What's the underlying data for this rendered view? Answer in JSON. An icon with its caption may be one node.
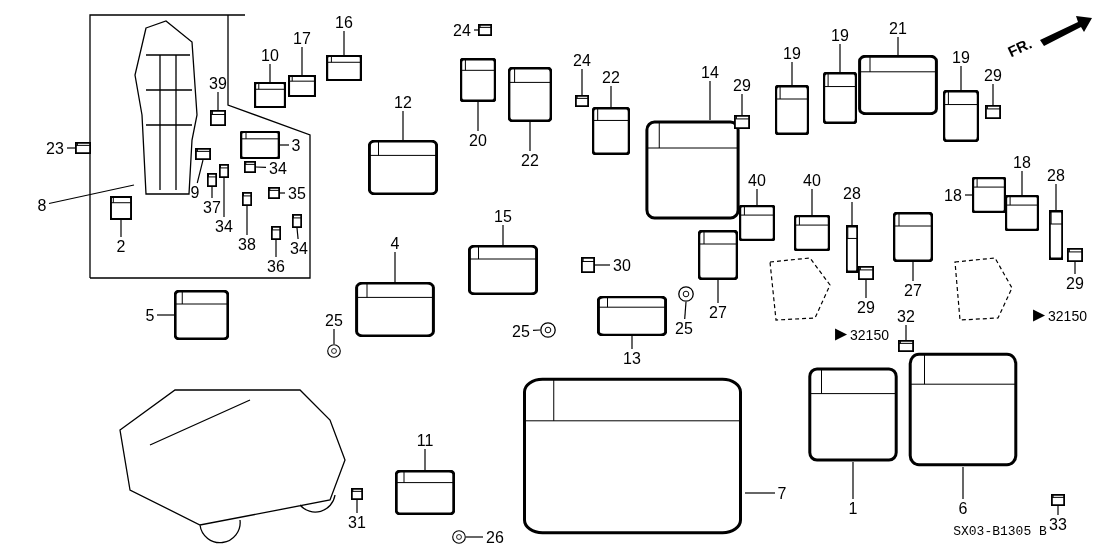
{
  "diagram": {
    "nodes": [
      {
        "text": [
          "23"
        ]
      },
      {
        "text": [
          "8"
        ]
      },
      {
        "text": [
          "2"
        ]
      },
      {
        "text": [
          "10"
        ]
      },
      {
        "text": [
          "17"
        ]
      },
      {
        "text": [
          "16"
        ]
      },
      {
        "text": [
          "39"
        ]
      },
      {
        "text": [
          "3"
        ]
      },
      {
        "text": [
          "9"
        ]
      },
      {
        "text": [
          "34"
        ]
      },
      {
        "text": [
          "37"
        ]
      },
      {
        "text": [
          "35"
        ]
      },
      {
        "text": [
          "34"
        ]
      },
      {
        "text": [
          "38"
        ]
      },
      {
        "text": [
          "34"
        ]
      },
      {
        "text": [
          "36"
        ]
      },
      {
        "text": [
          "12"
        ]
      },
      {
        "text": [
          "24"
        ]
      },
      {
        "text": [
          "20"
        ]
      },
      {
        "text": [
          "22"
        ]
      },
      {
        "text": [
          "24"
        ]
      },
      {
        "text": [
          "22"
        ]
      },
      {
        "text": [
          "14"
        ]
      },
      {
        "text": [
          "29"
        ]
      },
      {
        "text": [
          "19"
        ]
      },
      {
        "text": [
          "19"
        ]
      },
      {
        "text": [
          "21"
        ]
      },
      {
        "text": [
          "19"
        ]
      },
      {
        "text": [
          "29"
        ]
      },
      {
        "text": [
          "15"
        ]
      },
      {
        "text": [
          "4"
        ]
      },
      {
        "text": [
          "5"
        ]
      },
      {
        "text": [
          "25"
        ]
      },
      {
        "text": [
          "30"
        ]
      },
      {
        "text": [
          "25"
        ]
      },
      {
        "text": [
          "25"
        ]
      },
      {
        "text": [
          "13"
        ]
      },
      {
        "text": [
          "40"
        ]
      },
      {
        "text": [
          "40"
        ]
      },
      {
        "text": [
          "28"
        ]
      },
      {
        "text": [
          "18"
        ]
      },
      {
        "text": [
          "18"
        ]
      },
      {
        "text": [
          "28"
        ]
      },
      {
        "text": [
          "27"
        ]
      },
      {
        "text": [
          "29"
        ]
      },
      {
        "text": [
          "27"
        ]
      },
      {
        "text": [
          "29"
        ]
      },
      {
        "text": [
          "32"
        ]
      },
      {
        "text": [
          "1"
        ]
      },
      {
        "text": [
          "6"
        ]
      },
      {
        "text": [
          "7"
        ]
      },
      {
        "text": [
          "11"
        ]
      },
      {
        "text": [
          "31"
        ]
      },
      {
        "text": [
          "26"
        ]
      },
      {
        "text": [
          "33"
        ]
      },
      {
        "text": [],
        "shape": "picture"
      },
      {
        "text": [],
        "shape": "picture"
      },
      {
        "text": [],
        "shape": "picture"
      },
      {
        "text": [],
        "shape": "picture"
      },
      {
        "text": [],
        "shape": "picture"
      },
      {
        "text": [],
        "shape": "picture"
      },
      {
        "text": [],
        "shape": "picture"
      },
      {
        "text": [],
        "shape": "picture"
      },
      {
        "text": [],
        "shape": "picture"
      },
      {
        "text": [],
        "shape": "picture"
      },
      {
        "text": [],
        "shape": "picture"
      },
      {
        "text": [],
        "shape": "picture"
      },
      {
        "text": [],
        "shape": "picture"
      },
      {
        "text": [],
        "shape": "picture"
      },
      {
        "text": [],
        "shape": "picture"
      },
      {
        "text": [],
        "shape": "picture"
      },
      {
        "text": [],
        "shape": "picture"
      },
      {
        "text": [],
        "shape": "picture"
      },
      {
        "text": [],
        "shape": "picture"
      },
      {
        "text": [],
        "shape": "picture"
      },
      {
        "text": [],
        "shape": "picture"
      },
      {
        "text": [],
        "shape": "picture"
      },
      {
        "text": [],
        "shape": "picture"
      },
      {
        "text": [],
        "shape": "picture"
      },
      {
        "text": [],
        "shape": "picture"
      },
      {
        "text": [],
        "shape": "picture"
      },
      {
        "text": [],
        "shape": "picture"
      },
      {
        "text": [],
        "shape": "picture"
      },
      {
        "text": [],
        "shape": "picture"
      },
      {
        "text": [],
        "shape": "picture"
      },
      {
        "text": [],
        "shape": "picture"
      },
      {
        "text": [],
        "shape": "circle"
      },
      {
        "text": [],
        "shape": "picture"
      },
      {
        "text": [],
        "shape": "circle"
      },
      {
        "text": [],
        "shape": "circle"
      },
      {
        "text": [],
        "shape": "picture"
      },
      {
        "text": [],
        "shape": "picture"
      },
      {
        "text": [],
        "shape": "picture"
      },
      {
        "text": [],
        "shape": "picture"
      },
      {
        "text": [],
        "shape": "picture"
      },
      {
        "text": [],
        "shape": "picture"
      },
      {
        "text": [],
        "shape": "picture"
      },
      {
        "text": [],
        "shape": "picture"
      },
      {
        "text": [],
        "shape": "picture"
      },
      {
        "text": [],
        "shape": "picture"
      },
      {
        "text": [],
        "shape": "picture"
      },
      {
        "text": [],
        "shape": "picture"
      },
      {
        "text": [],
        "shape": "picture"
      },
      {
        "text": [],
        "shape": "picture"
      },
      {
        "text": [],
        "shape": "picture"
      },
      {
        "text": [],
        "shape": "picture"
      },
      {
        "text": [],
        "shape": "picture"
      },
      {
        "text": [],
        "shape": "circle"
      },
      {
        "text": [],
        "shape": "picture"
      },
      {
        "text": [],
        "shape": "picture"
      }
    ],
    "edges": [
      {
        "from": 0,
        "to": 55,
        "arrow": "none"
      },
      {
        "from": 1,
        "to": 109,
        "arrow": "none"
      },
      {
        "from": 2,
        "to": 56,
        "arrow": "none"
      },
      {
        "from": 3,
        "to": 57,
        "arrow": "none"
      },
      {
        "from": 4,
        "to": 58,
        "arrow": "none"
      },
      {
        "from": 5,
        "to": 59,
        "arrow": "none"
      },
      {
        "from": 6,
        "to": 60,
        "arrow": "none"
      },
      {
        "from": 7,
        "to": 61,
        "arrow": "none"
      },
      {
        "from": 8,
        "to": 62,
        "arrow": "none"
      },
      {
        "from": 9,
        "to": 63,
        "arrow": "none"
      },
      {
        "from": 10,
        "to": 64,
        "arrow": "none"
      },
      {
        "from": 11,
        "to": 65,
        "arrow": "none"
      },
      {
        "from": 12,
        "to": 66,
        "arrow": "none"
      },
      {
        "from": 13,
        "to": 67,
        "arrow": "none"
      },
      {
        "from": 14,
        "to": 68,
        "arrow": "none"
      },
      {
        "from": 15,
        "to": 69,
        "arrow": "none"
      },
      {
        "from": 16,
        "to": 70,
        "arrow": "none"
      },
      {
        "from": 17,
        "to": 71,
        "arrow": "none"
      },
      {
        "from": 18,
        "to": 72,
        "arrow": "none"
      },
      {
        "from": 19,
        "to": 73,
        "arrow": "none"
      },
      {
        "from": 20,
        "to": 74,
        "arrow": "none"
      },
      {
        "from": 21,
        "to": 75,
        "arrow": "none"
      },
      {
        "from": 22,
        "to": 76,
        "arrow": "none"
      },
      {
        "from": 23,
        "to": 77,
        "arrow": "none"
      },
      {
        "from": 24,
        "to": 78,
        "arrow": "none"
      },
      {
        "from": 25,
        "to": 79,
        "arrow": "none"
      },
      {
        "from": 26,
        "to": 80,
        "arrow": "none"
      },
      {
        "from": 27,
        "to": 81,
        "arrow": "none"
      },
      {
        "from": 28,
        "to": 82,
        "arrow": "none"
      },
      {
        "from": 29,
        "to": 83,
        "arrow": "none"
      },
      {
        "from": 30,
        "to": 84,
        "arrow": "none"
      },
      {
        "from": 31,
        "to": 85,
        "arrow": "none"
      },
      {
        "from": 32,
        "to": 86,
        "arrow": "none"
      },
      {
        "from": 33,
        "to": 87,
        "arrow": "none"
      },
      {
        "from": 34,
        "to": 88,
        "arrow": "none"
      },
      {
        "from": 35,
        "to": 89,
        "arrow": "none"
      },
      {
        "from": 36,
        "to": 90,
        "arrow": "none"
      },
      {
        "from": 37,
        "to": 91,
        "arrow": "none"
      },
      {
        "from": 38,
        "to": 92,
        "arrow": "none"
      },
      {
        "from": 39,
        "to": 93,
        "arrow": "none"
      },
      {
        "from": 40,
        "to": 94,
        "arrow": "none"
      },
      {
        "from": 41,
        "to": 95,
        "arrow": "none"
      },
      {
        "from": 42,
        "to": 96,
        "arrow": "none"
      },
      {
        "from": 43,
        "to": 97,
        "arrow": "none"
      },
      {
        "from": 44,
        "to": 98,
        "arrow": "none"
      },
      {
        "from": 45,
        "to": 99,
        "arrow": "none"
      },
      {
        "from": 46,
        "to": 100,
        "arrow": "none"
      },
      {
        "from": 47,
        "to": 101,
        "arrow": "none"
      },
      {
        "from": 48,
        "to": 102,
        "arrow": "none"
      },
      {
        "from": 49,
        "to": 103,
        "arrow": "none"
      },
      {
        "from": 50,
        "to": 104,
        "arrow": "none"
      },
      {
        "from": 51,
        "to": 105,
        "arrow": "none"
      },
      {
        "from": 52,
        "to": 106,
        "arrow": "none"
      },
      {
        "from": 53,
        "to": 107,
        "arrow": "none"
      },
      {
        "from": 54,
        "to": 108,
        "arrow": "none"
      }
    ],
    "labels": [
      "FR.",
      "32150",
      "32150",
      "SX03-B1305 B"
    ]
  }
}
